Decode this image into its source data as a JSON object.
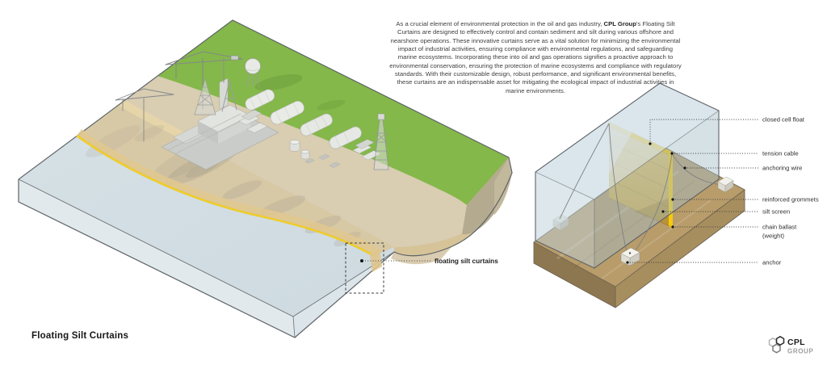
{
  "page": {
    "title": "Floating Silt Curtains"
  },
  "intro": {
    "before_bold": "As a crucial element of environmental protection in the oil and gas industry, ",
    "bold": "CPL Group",
    "after_bold": "'s Floating Silt Curtains are designed to effectively control and contain sediment and silt during various offshore and nearshore operations. These innovative curtains serve as a vital solution for minimizing the environmental impact of industrial activities, ensuring compliance with environmental regulations, and safeguarding marine ecosystems. Incorporating these into oil and gas operations signifies a proactive approach to environmental conservation, ensuring the protection of marine ecosystems and compliance with regulatory standards. With their customizable design, robust performance, and significant environmental benefits, these curtains are an indispensable asset for mitigating the ecological impact of industrial activities in marine environments."
  },
  "overview": {
    "callout_label": "floating silt curtains"
  },
  "detail_labels": [
    {
      "text": "closed cell float"
    },
    {
      "text": "tension cable"
    },
    {
      "text": "anchoring wire"
    },
    {
      "text": "reinforced grommets"
    },
    {
      "text": "silt screen"
    },
    {
      "text": "chain ballast",
      "text2": "(weight)"
    },
    {
      "text": "anchor"
    }
  ],
  "logo": {
    "line1": "CPL",
    "line2": "GROUP"
  },
  "colors": {
    "curtain_yellow": "#f2c50a",
    "grass_green": "#84b84a",
    "water_surface": "#d2dde3",
    "seabed_sand": "#b89c6a",
    "label_text": "#2e2e2e"
  }
}
